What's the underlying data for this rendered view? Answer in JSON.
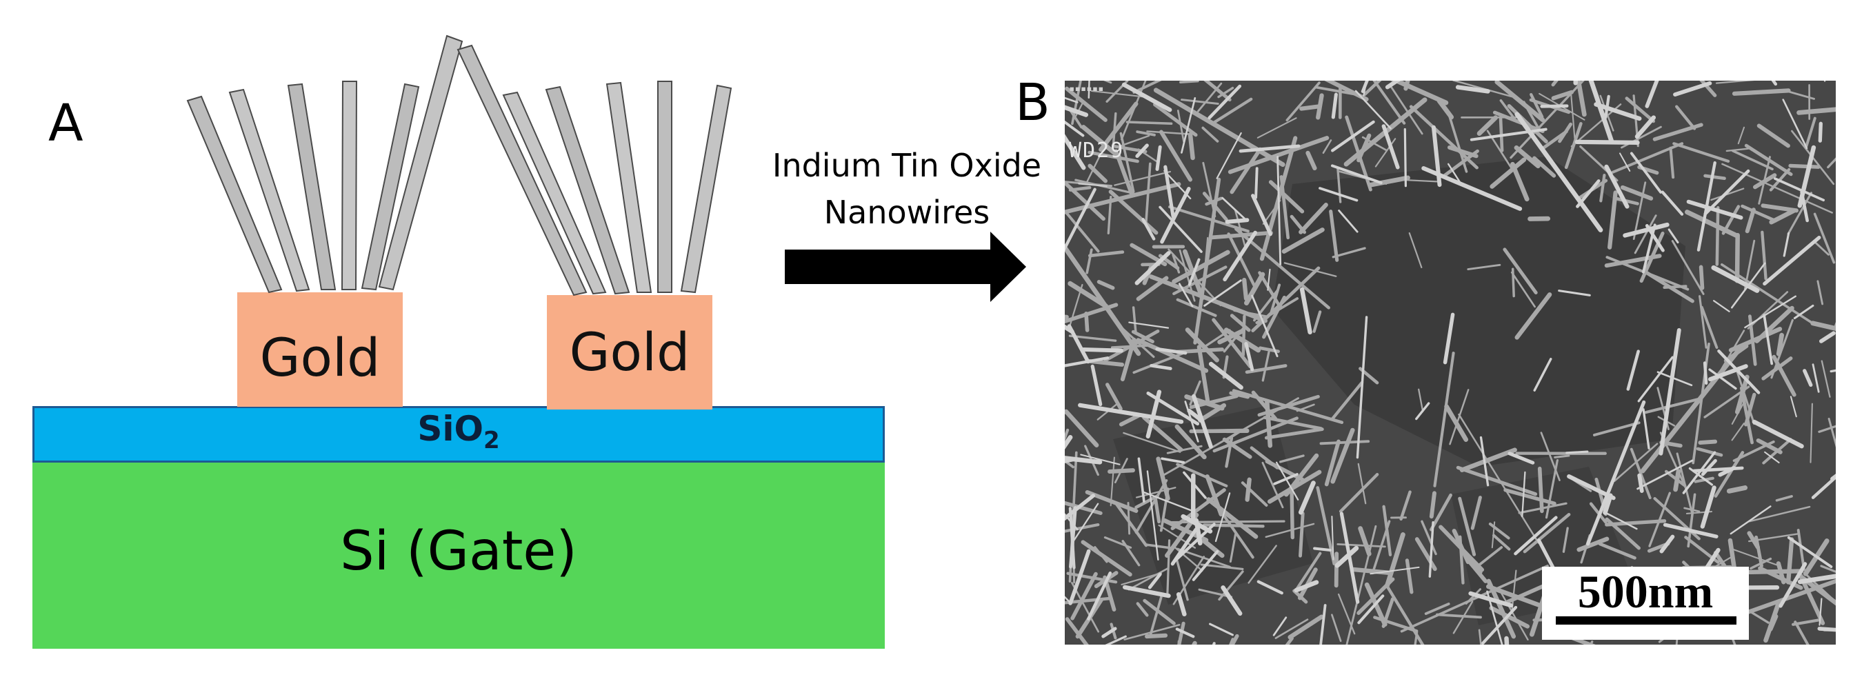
{
  "panel_a": {
    "letter": "A",
    "gold_left_label": "Gold",
    "gold_right_label": "Gold",
    "oxide_label_main": "SiO",
    "oxide_label_sub": "2",
    "gate_label": "Si (Gate)"
  },
  "arrow": {
    "line1": "Indium Tin Oxide",
    "line2": "Nanowires"
  },
  "panel_b": {
    "letter": "B",
    "watermark": "WD29",
    "scale_label": "500nm"
  },
  "colors": {
    "gate": "#55d658",
    "oxide": "#03aeec",
    "gold": "#f8ad87",
    "nanowire": "#a8a8a8"
  }
}
